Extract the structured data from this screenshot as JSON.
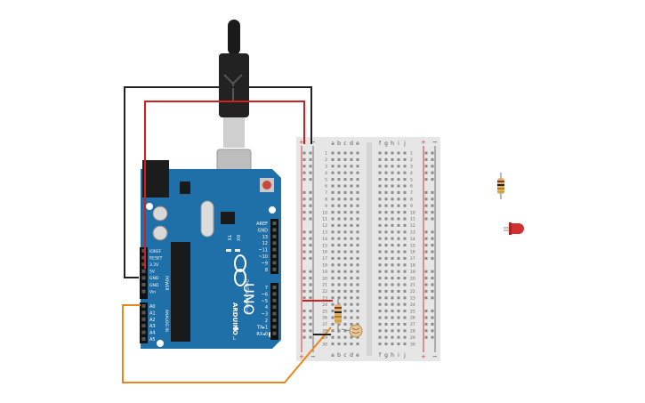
{
  "board": {
    "brand": "ARDUINO",
    "model": "UNO",
    "power_header_title": "POWER",
    "analog_header_title": "ANALOG IN",
    "digital_header_title": "DIGITAL (PWM~)",
    "led_tx": "TX",
    "led_rx": "RX",
    "led_l": "L",
    "power_pins": [
      "IOREF",
      "RESET",
      "3.3V",
      "5V",
      "GND",
      "GND",
      "Vin"
    ],
    "analog_pins": [
      "A0",
      "A1",
      "A2",
      "A3",
      "A4",
      "A5"
    ],
    "digital_pins_top": [
      "AREF",
      "GND",
      "13",
      "12",
      "~11",
      "~10",
      "~9",
      "8"
    ],
    "digital_pins_bottom": [
      "7",
      "~6",
      "~5",
      "4",
      "~3",
      "2",
      "TX▸1",
      "RX◂0"
    ]
  },
  "breadboard": {
    "rail_plus": "+",
    "rail_minus": "−",
    "columns_left": [
      "a",
      "b",
      "c",
      "d",
      "e"
    ],
    "columns_right": [
      "f",
      "g",
      "h",
      "i",
      "j"
    ],
    "row_count": 30
  },
  "colors": {
    "board": "#1f6fa8",
    "wire_black": "#222222",
    "wire_red": "#d21f1f",
    "wire_orange": "#e8881c",
    "breadboard": "#e6e6e6",
    "rail_red": "#d33a3a"
  }
}
